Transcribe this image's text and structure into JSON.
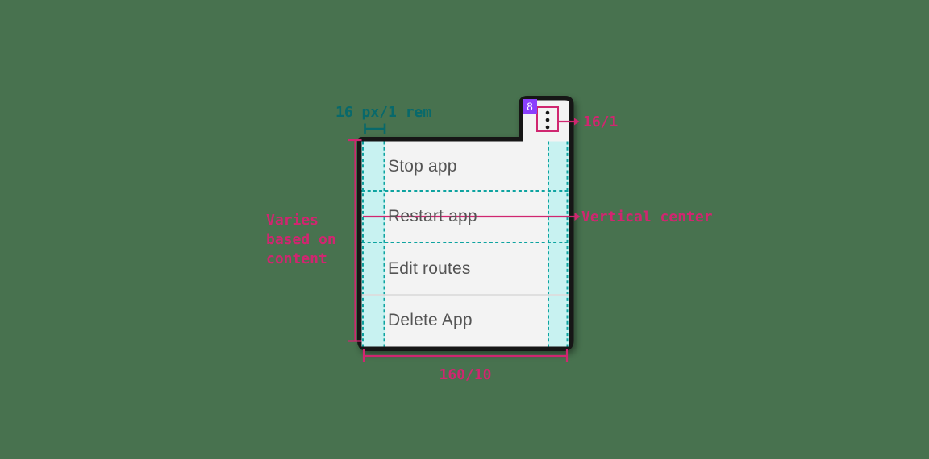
{
  "meta": {
    "component": "overflow-menu-structure-spec"
  },
  "colors": {
    "background": "#48724f",
    "outline": "#161616",
    "surface": "#f3f3f3",
    "spacing_fill": "#c8f2f1",
    "spacing_dash": "#0da3a0",
    "teal_annotation_text": "#08696b",
    "magenta_annotation": "#d02670",
    "item_text": "#545454",
    "divider": "#dcdcdc",
    "badge_background": "#8a3ffc",
    "badge_text": "#ffffff"
  },
  "badge": {
    "value": "8"
  },
  "menu": {
    "trigger_icon": "overflow-menu-vertical-icon",
    "items": [
      {
        "label": "Stop app"
      },
      {
        "label": "Restart app"
      },
      {
        "label": "Edit routes"
      },
      {
        "label": "Delete App"
      }
    ]
  },
  "annotations": {
    "padding": "16 px/1 rem",
    "icon_size": "16/1",
    "vertical_center": "Vertical center",
    "height": "Varies based on content",
    "width": "160/10"
  }
}
